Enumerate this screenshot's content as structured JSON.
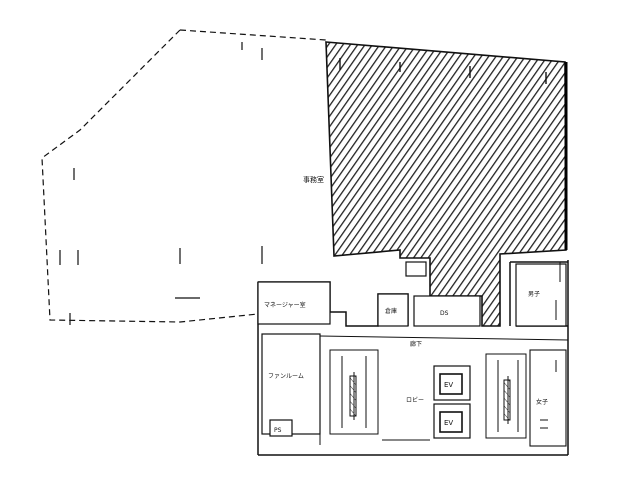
{
  "floorplan": {
    "labels": {
      "office_area": "事務室",
      "manager_room": "マネージャー室",
      "finance_room": "ファンルーム",
      "ps": "PS",
      "ds": "DS",
      "storage": "倉庫",
      "corridor": "廊下",
      "lobby": "ロビー",
      "ev1": "EV",
      "ev2": "EV",
      "toilet_m": "男子",
      "toilet_f": "女子"
    },
    "colors": {
      "line": "#111111",
      "hatch": "#222222",
      "background": "#ffffff"
    }
  }
}
